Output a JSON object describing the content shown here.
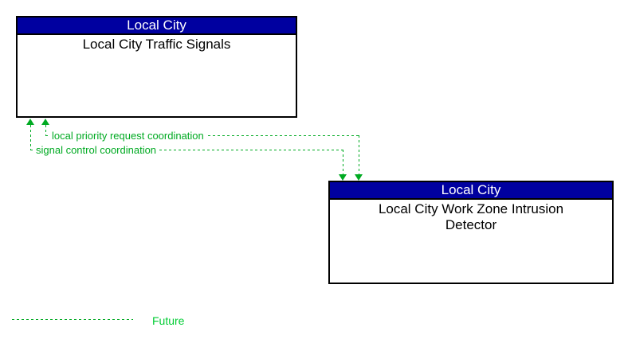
{
  "diagram": {
    "boxes": [
      {
        "header": "Local City",
        "name": "Local City Traffic Signals"
      },
      {
        "header": "Local City",
        "name": "Local City Work Zone Intrusion Detector"
      }
    ],
    "flows": [
      {
        "label": "local priority request coordination",
        "status": "future",
        "from": "Local City Work Zone Intrusion Detector",
        "to": "Local City Traffic Signals",
        "bidirectional": true,
        "line_style": "dashed"
      },
      {
        "label": "signal control coordination",
        "status": "future",
        "from": "Local City Work Zone Intrusion Detector",
        "to": "Local City Traffic Signals",
        "bidirectional": true,
        "line_style": "dashed"
      }
    ],
    "legend": {
      "label": "Future",
      "line_style": "dashed"
    }
  },
  "colors": {
    "header_bg": "#0000A0",
    "header_text": "#FFFFFF",
    "box_bg": "#FFFFFF",
    "box_border": "#000000",
    "box_text": "#000000",
    "flow_line": "#00AA22",
    "future_label": "#00CC33",
    "page_bg": "#FFFFFF"
  }
}
